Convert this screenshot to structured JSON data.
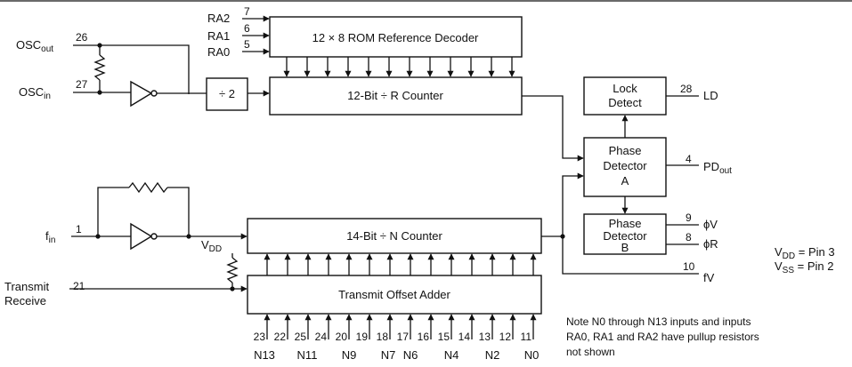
{
  "blocks": {
    "rom_decoder": "12 × 8 ROM Reference Decoder",
    "divider": "÷ 2",
    "r_counter": "12-Bit ÷ R Counter",
    "lock_detect_l1": "Lock",
    "lock_detect_l2": "Detect",
    "pda_l1": "Phase",
    "pda_l2": "Detector",
    "pda_l3": "A",
    "pdb_l1": "Phase",
    "pdb_l2": "Detector",
    "pdb_l3": "B",
    "n_counter": "14-Bit ÷ N Counter",
    "offset_adder": "Transmit Offset Adder"
  },
  "signals": {
    "ra2": "RA2",
    "ra1": "RA1",
    "ra0": "RA0",
    "osc_out_main": "OSC",
    "osc_out_sub": "out",
    "osc_in_main": "OSC",
    "osc_in_sub": "in",
    "fin_main": "f",
    "fin_sub": "in",
    "vdd_main": "V",
    "vdd_sub": "DD",
    "tr_l1": "Transmit",
    "tr_l2": "Receive",
    "ld": "LD",
    "pdout_main": "PD",
    "pdout_sub": "out",
    "phiv": "ϕV",
    "phir": "ϕR",
    "fv": "fV"
  },
  "pins": {
    "ra2": "7",
    "ra1": "6",
    "ra0": "5",
    "osc_out": "26",
    "osc_in": "27",
    "fin": "1",
    "tr": "21",
    "ld": "28",
    "pdout": "4",
    "phiv": "9",
    "phir": "8",
    "fv": "10"
  },
  "n_pins": [
    "23",
    "22",
    "25",
    "24",
    "20",
    "19",
    "18",
    "17",
    "16",
    "15",
    "14",
    "13",
    "12",
    "11"
  ],
  "n_labels": [
    "N13",
    "N11",
    "N9",
    "N7",
    "N6",
    "N4",
    "N2",
    "N0"
  ],
  "supply": {
    "vdd_main": "V",
    "vdd_sub": "DD",
    "vdd_rest": " = Pin 3",
    "vss_main": "V",
    "vss_sub": "SS",
    "vss_rest": " = Pin 2"
  },
  "note": {
    "line1": "Note  N0 through N13 inputs and inputs",
    "line2": "RA0, RA1 and RA2 have pullup resistors",
    "line3": "not shown"
  }
}
